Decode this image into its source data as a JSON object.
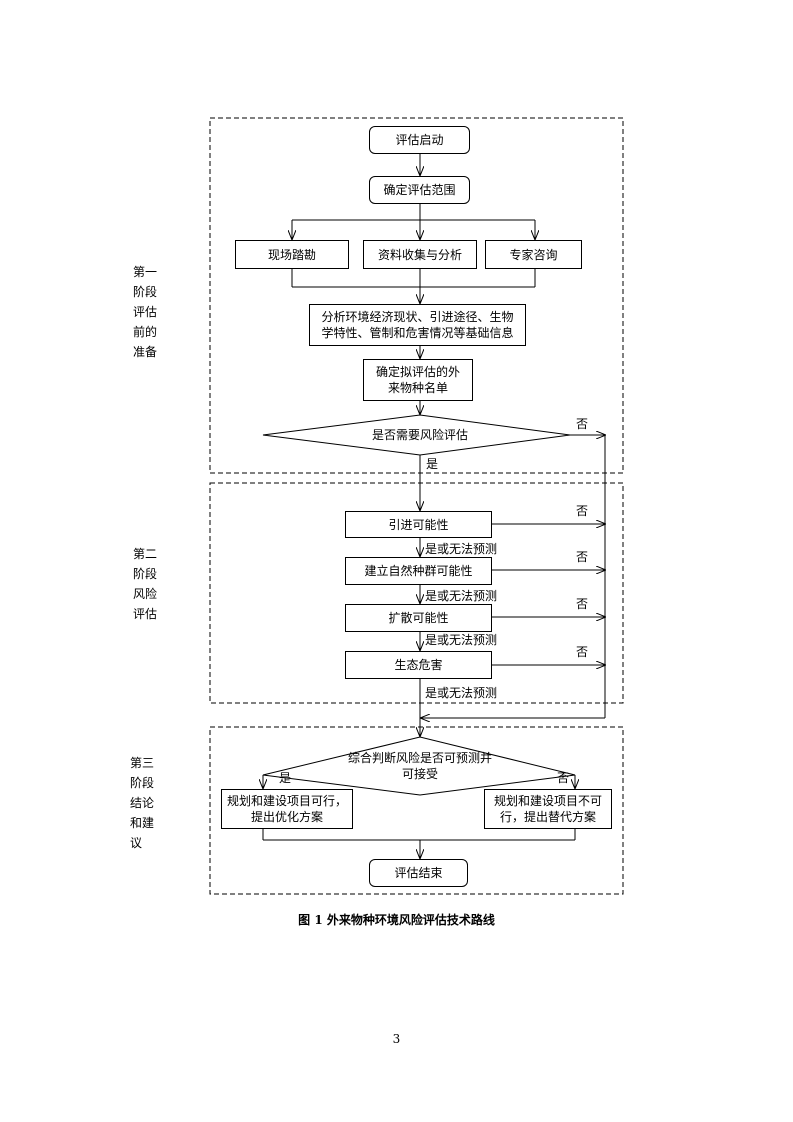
{
  "stages": [
    {
      "id": "stage1",
      "label": "第一\n阶段\n评估\n前的\n准备"
    },
    {
      "id": "stage2",
      "label": "第二\n阶段\n风险\n评估"
    },
    {
      "id": "stage3",
      "label": "第三\n阶段\n结论\n和建\n议"
    }
  ],
  "nodes": {
    "start": "评估启动",
    "scope": "确定评估范围",
    "survey": "现场踏勘",
    "collect": "资料收集与分析",
    "expert": "专家咨询",
    "analyze": "分析环境经济现状、引进途径、生物\n学特性、管制和危害情况等基础信息",
    "list": "确定拟评估的外\n来物种名单",
    "need_decision": "是否需要风险评估",
    "introduction": "引进可能性",
    "establish": "建立自然种群可能性",
    "spread": "扩散可能性",
    "harm": "生态危害",
    "final_decision": "综合判断风险是否可预测并\n可接受",
    "feasible": "规划和建设项目可行，\n提出优化方案",
    "infeasible": "规划和建设项目不可\n行，提出替代方案",
    "end": "评估结束"
  },
  "edge_labels": {
    "yes": "是",
    "no": "否",
    "yes_or_unpredictable": "是或无法预测"
  },
  "caption": "图 1 外来物种环境风险评估技术路线",
  "page_number": "3"
}
